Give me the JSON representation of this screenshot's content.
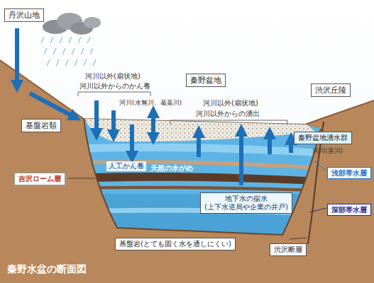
{
  "diagram": {
    "title": "秦野水盆の断面図",
    "nodes": [
      {
        "text": [
          "丹沢山地"
        ]
      },
      {
        "text": [
          "秦野盆地"
        ]
      },
      {
        "text": [
          "渋沢丘陵"
        ]
      },
      {
        "text": [
          "基盤岩類"
        ]
      },
      {
        "text": [
          "秦野盆地湧水群"
        ]
      },
      {
        "text": [
          "吉沢ローム層"
        ]
      },
      {
        "text": [
          "浅部帯水層"
        ]
      },
      {
        "text": [
          "地下水の揚水",
          "(上下水道局や企業の井戸)"
        ]
      },
      {
        "text": [
          "深部帯水層"
        ]
      },
      {
        "text": [
          "基盤岩(とても固く水を通しにくい)"
        ]
      },
      {
        "text": [
          "渋沢断層"
        ]
      }
    ],
    "labels": [
      "河川以外(扇状地)",
      "河川以外からのかん養",
      "河川(水無川、葛葉川)",
      "河川以外(扇状地)",
      "河川以外からの湧出",
      "河川(室川)",
      "人工かん養",
      "天然の水がめ"
    ]
  }
}
